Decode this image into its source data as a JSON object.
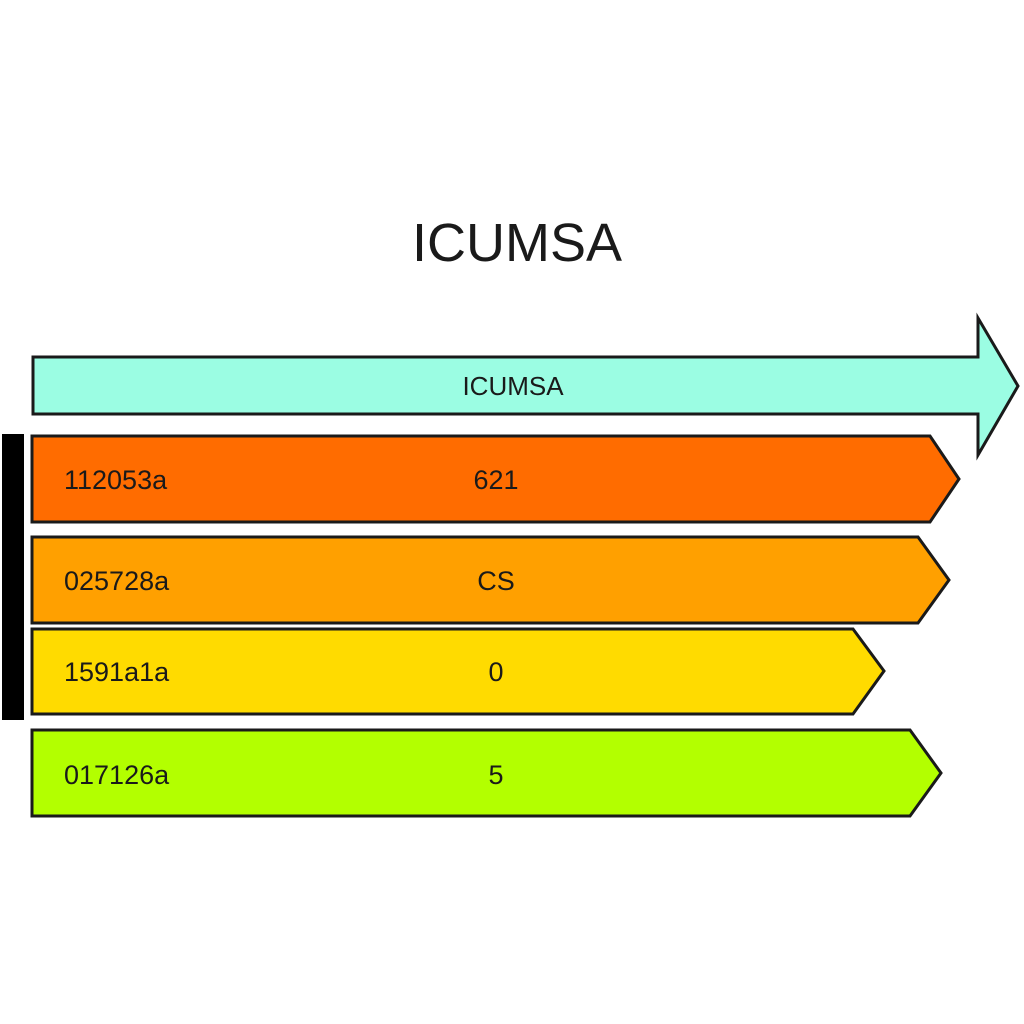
{
  "title": "ICUMSA",
  "header_arrow": {
    "label": "ICUMSA",
    "color": "#9bfde3"
  },
  "rows": [
    {
      "code": "112053a",
      "value": "621",
      "color": "#ff6c00"
    },
    {
      "code": "025728a",
      "value": "CS",
      "color": "#ffa000"
    },
    {
      "code": "1591a1a",
      "value": "0",
      "color": "#ffdb00"
    },
    {
      "code": "017126a",
      "value": "5",
      "color": "#b3ff00"
    }
  ],
  "bracket_color": "#000000"
}
